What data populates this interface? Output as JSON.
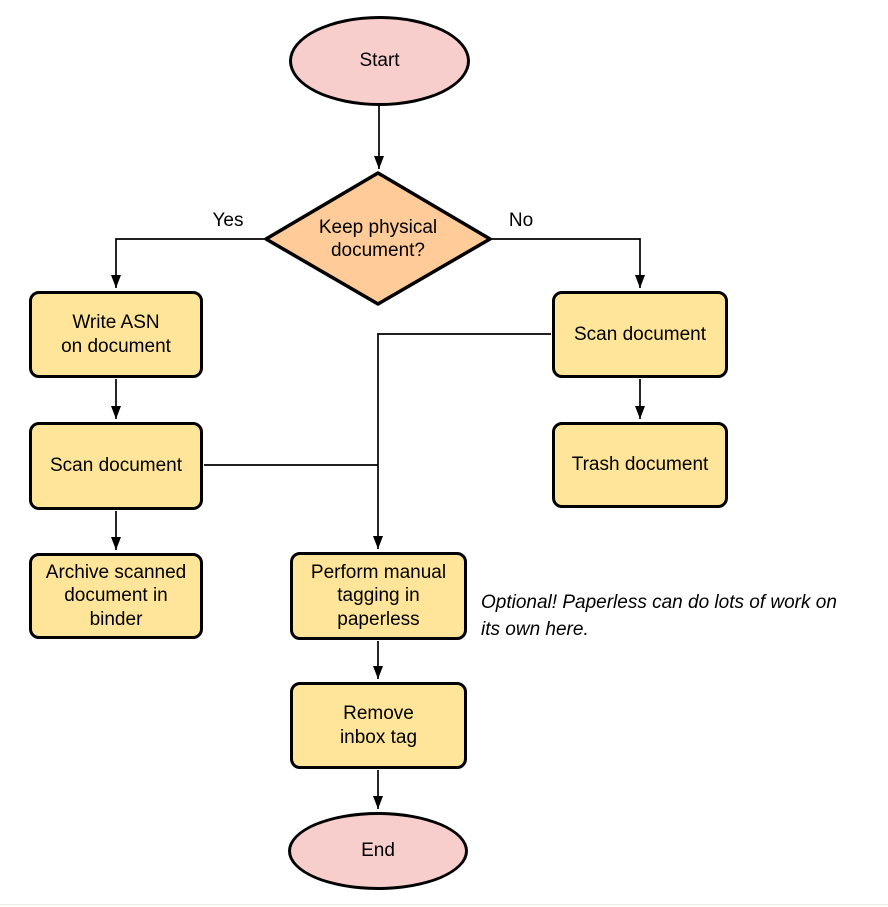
{
  "diagram": {
    "nodes": {
      "start": {
        "label": "Start",
        "type": "terminator"
      },
      "decision": {
        "label": [
          "Keep physical",
          "document?"
        ],
        "type": "decision"
      },
      "write_asn": {
        "label": [
          "Write ASN",
          "on document"
        ],
        "type": "process"
      },
      "scan_left": {
        "label": "Scan document",
        "type": "process"
      },
      "archive": {
        "label": [
          "Archive scanned",
          "document in",
          "binder"
        ],
        "type": "process"
      },
      "scan_right": {
        "label": "Scan document",
        "type": "process"
      },
      "trash": {
        "label": "Trash document",
        "type": "process"
      },
      "perform_tagging": {
        "label": [
          "Perform manual",
          "tagging in",
          "paperless"
        ],
        "type": "process"
      },
      "remove_inbox": {
        "label": [
          "Remove",
          "inbox tag"
        ],
        "type": "process"
      },
      "end": {
        "label": "End",
        "type": "terminator"
      }
    },
    "edge_labels": {
      "yes": "Yes",
      "no": "No"
    },
    "note": [
      "Optional! Paperless can do lots of work on",
      "its own here."
    ],
    "colors": {
      "node_terminator_fill": "#F8CECC",
      "node_decision_fill": "#FFCC99",
      "node_process_fill": "#FFE599",
      "stroke": "#000000",
      "background": "#FFFFFF"
    }
  }
}
